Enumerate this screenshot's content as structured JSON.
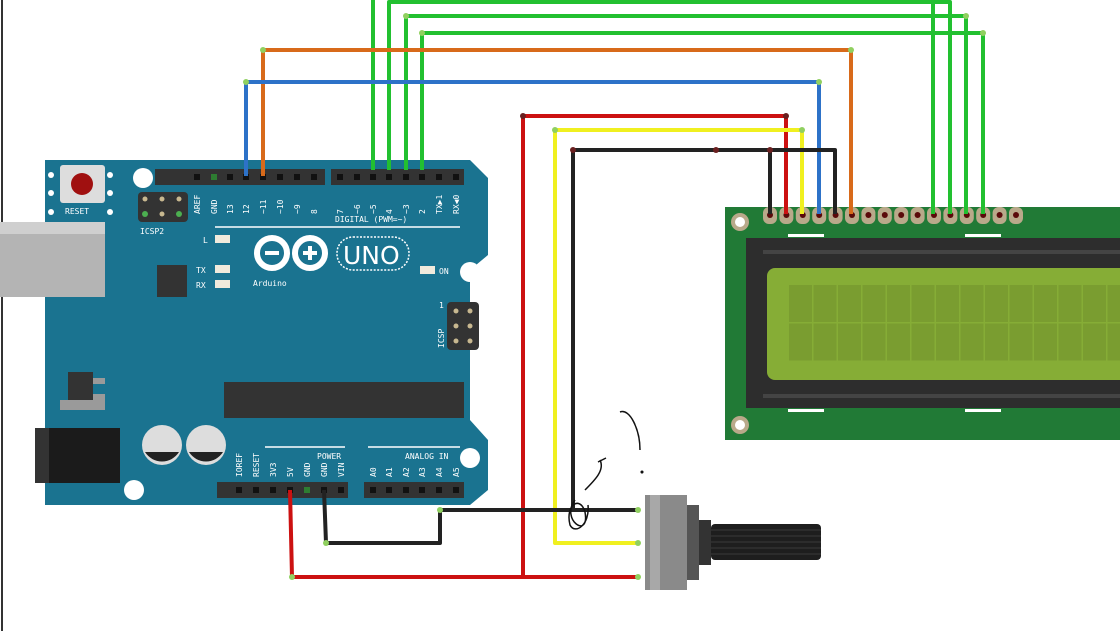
{
  "arduino": {
    "reset_label": "RESET",
    "icsp2_label": "ICSP2",
    "icsp_label": "ICSP",
    "icsp_pin1": "1",
    "digital_label": "DIGITAL (PWM=~)",
    "digital_pins": [
      "AREF",
      "GND",
      "13",
      "12",
      "~11",
      "~10",
      "~9",
      "8",
      "7",
      "~6",
      "~5",
      "4",
      "~3",
      "2",
      "TX▶1",
      "RX◀0"
    ],
    "led_l": "L",
    "led_tx": "TX",
    "led_rx": "RX",
    "led_on": "ON",
    "logo_uno": "UNO",
    "logo_arduino": "Arduino",
    "power_label": "POWER",
    "analog_label": "ANALOG IN",
    "power_pins": [
      "IOREF",
      "RESET",
      "3V3",
      "5V",
      "GND",
      "GND",
      "VIN"
    ],
    "analog_pins": [
      "A0",
      "A1",
      "A2",
      "A3",
      "A4",
      "A5"
    ]
  },
  "colors": {
    "board": "#1a7390",
    "lcd_pcb": "#217a36",
    "lcd_screen": "#86ad36",
    "wire_red": "#cc1111",
    "wire_black": "#222222",
    "wire_yellow": "#f0f020",
    "wire_blue": "#2d72c8",
    "wire_orange": "#d86a1a",
    "wire_green": "#22c030"
  }
}
